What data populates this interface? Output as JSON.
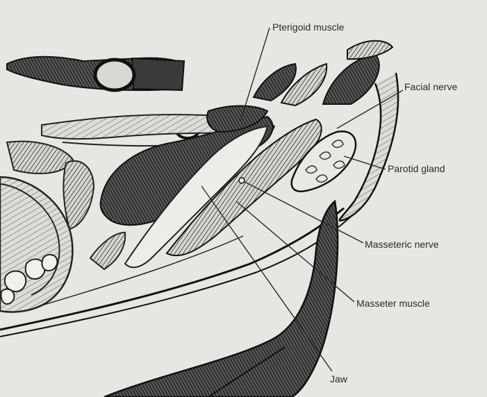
{
  "diagram": {
    "labels": {
      "pterigoid": "Pterigoid muscle",
      "facial_nerve": "Facial nerve",
      "parotid_gland": "Parotid gland",
      "masseteric_nerve": "Masseteric nerve",
      "masseter_muscle": "Masseter muscle",
      "jaw": "Jaw"
    }
  }
}
